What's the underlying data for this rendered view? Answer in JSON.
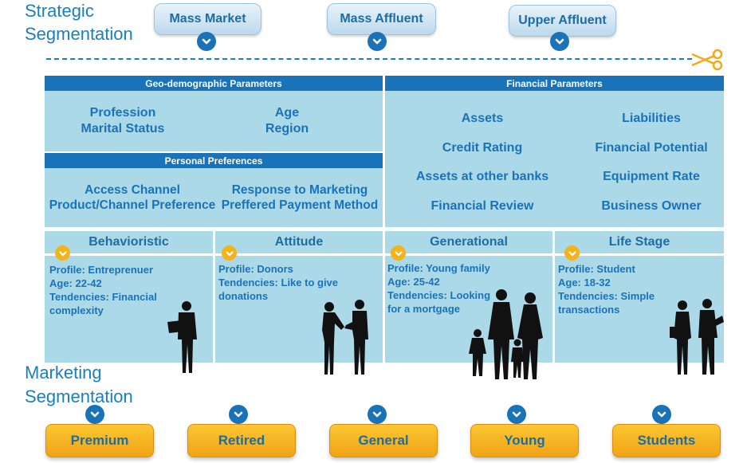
{
  "strategic": {
    "title_line1": "Strategic",
    "title_line2": "Segmentation",
    "segments": [
      "Mass Market",
      "Mass Affluent",
      "Upper  Affluent"
    ]
  },
  "geo": {
    "header": "Geo-demographic Parameters",
    "col1": [
      "Profession",
      "Marital Status"
    ],
    "col2": [
      "Age",
      "Region"
    ]
  },
  "personal": {
    "header": "Personal Preferences",
    "col1": [
      "Access Channel",
      "Product/Channel Preference"
    ],
    "col2": [
      "Response to Marketing",
      "Preffered Payment Method"
    ]
  },
  "financial": {
    "header": "Financial Parameters",
    "col1": [
      "Assets",
      "Credit Rating",
      "Assets at other banks",
      "Financial Review"
    ],
    "col2": [
      "Liabilities",
      "Financial Potential",
      "Equipment Rate",
      "Business Owner"
    ]
  },
  "columns": [
    {
      "title": "Behavioristic",
      "lines": [
        "Profile: Entreprenuer",
        "Age: 22-42",
        "Tendencies: Financial",
        "complexity"
      ]
    },
    {
      "title": "Attitude",
      "lines": [
        "Profile: Donors",
        "Tendencies: Like to give",
        "donations"
      ]
    },
    {
      "title": "Generational",
      "lines": [
        "Profile: Young family",
        "Age: 25-42",
        "Tendencies: Looking",
        "for a mortgage"
      ]
    },
    {
      "title": "Life Stage",
      "lines": [
        "Profile: Student",
        "Age: 18-32",
        "Tendencies: Simple",
        "transactions"
      ]
    }
  ],
  "marketing": {
    "title_line1": "Marketing",
    "title_line2": "Segmentation",
    "segments": [
      "Premium",
      "Retired",
      "General",
      "Young",
      "Students"
    ]
  },
  "colors": {
    "primary_blue": "#1a73b8",
    "light_blue": "#acd9e8",
    "orange": "#f7b423"
  },
  "icons": [
    "chevron-down-icon",
    "scissors-icon",
    "businessman-icon",
    "handshake-icon",
    "family-icon",
    "students-icon"
  ]
}
